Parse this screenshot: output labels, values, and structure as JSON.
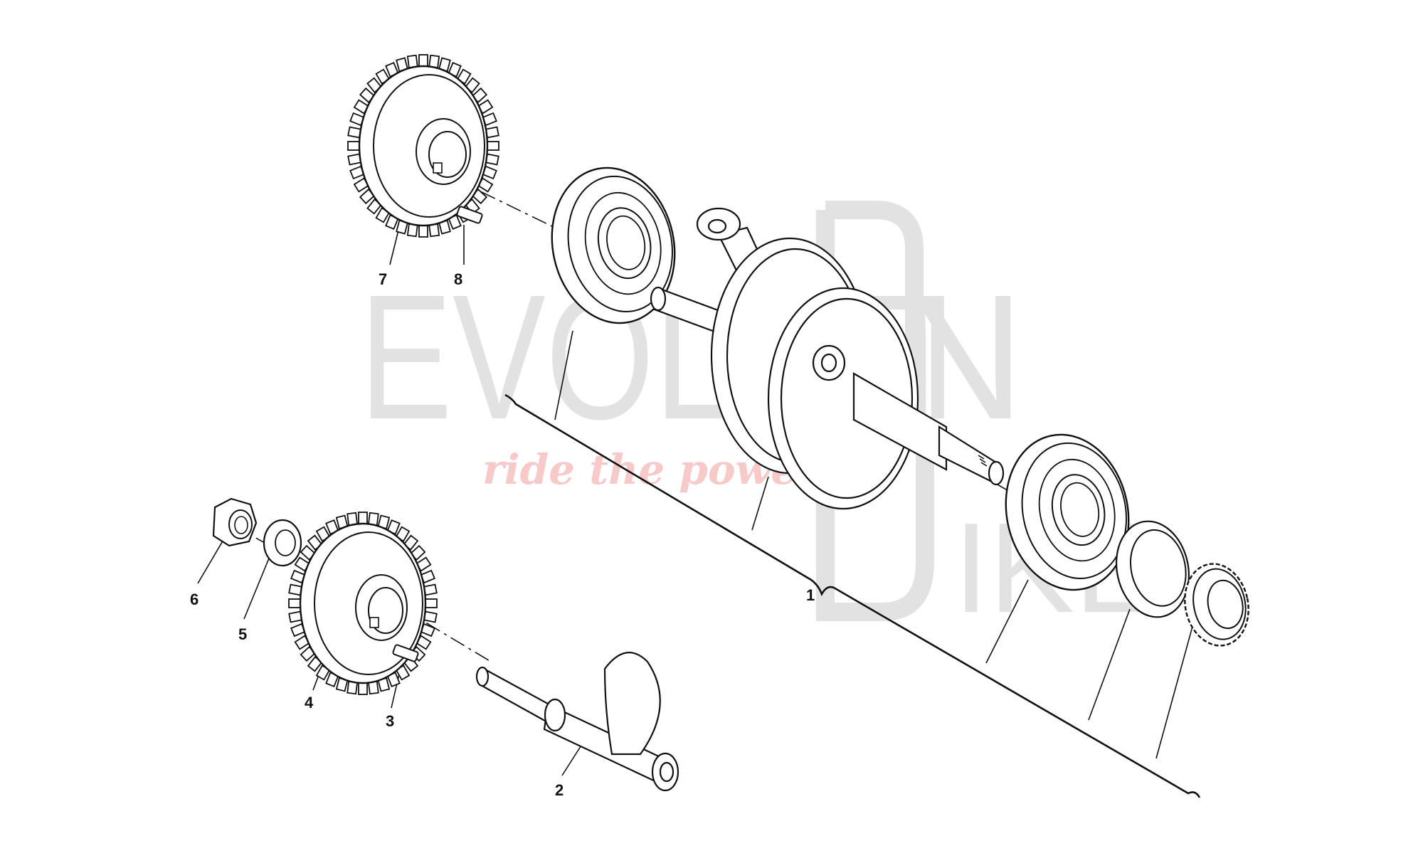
{
  "watermark": {
    "line1": "EVOLUTI",
    "line1_end": "N",
    "line2": "IKE",
    "tagline": "ride the power",
    "color": "#e2e2e2",
    "tagline_color": "#f7c9c9"
  },
  "callouts": {
    "c1": "1",
    "c2": "2",
    "c3": "3",
    "c4": "4",
    "c5": "5",
    "c6": "6",
    "c7": "7",
    "c8": "8"
  },
  "parts": [
    {
      "icon": "crankshaft-assembly-icon"
    },
    {
      "icon": "balancer-shaft-icon"
    },
    {
      "icon": "woodruff-key-icon"
    },
    {
      "icon": "balancer-gear-icon"
    },
    {
      "icon": "washer-icon"
    },
    {
      "icon": "nut-icon"
    },
    {
      "icon": "primary-gear-icon"
    },
    {
      "icon": "woodruff-key-icon"
    }
  ]
}
